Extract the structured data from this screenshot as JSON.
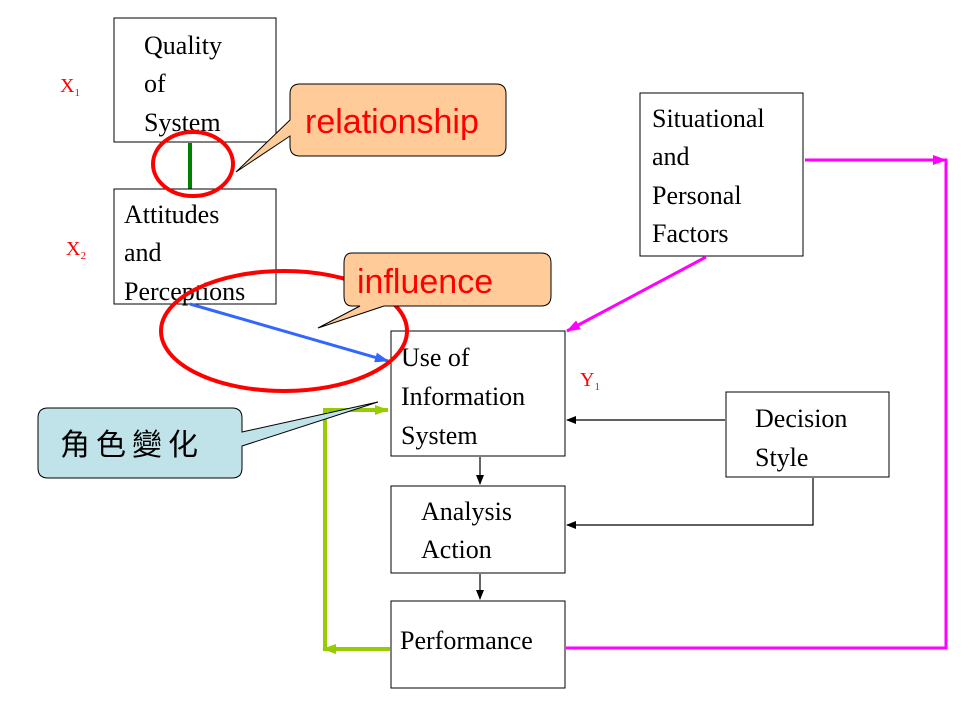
{
  "boxes": {
    "quality_of_system": [
      "Quality",
      "of",
      "System"
    ],
    "attitudes_perceptions": [
      "Attitudes",
      "and",
      "Perceptions"
    ],
    "use_of_information_system": [
      "Use of",
      "Information",
      "System"
    ],
    "analysis_action": [
      "Analysis",
      "Action"
    ],
    "performance": [
      "Performance"
    ],
    "situational_factors": [
      "Situational",
      "and",
      "Personal",
      "Factors"
    ],
    "decision_style": [
      "Decision",
      "Style"
    ]
  },
  "variables": {
    "x1": {
      "main": "X",
      "sub": "1"
    },
    "x2": {
      "main": "X",
      "sub": "2"
    },
    "y1": {
      "main": "Y",
      "sub": "1"
    }
  },
  "callouts": {
    "relationship": "relationship",
    "influence": "influence",
    "role_change": "角色變化"
  },
  "colors": {
    "variable_label": "#ff0000",
    "highlight_circle": "#ff0000",
    "callout_orange_fill": "#ffcc99",
    "callout_teal_fill": "#bfe3e8",
    "callout_text_red": "#ff0000",
    "relationship_line": "#008000",
    "influence_arrow": "#3366ff",
    "magenta_arrows": "#ff00ff",
    "feedback_arrow": "#99cc00",
    "flow_arrows": "#000000"
  }
}
